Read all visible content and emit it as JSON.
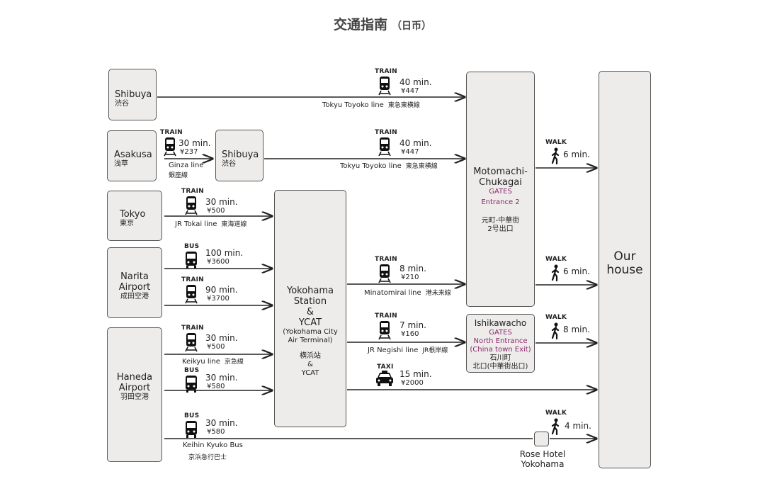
{
  "title": {
    "main": "交通指南",
    "sub": "（日币）"
  },
  "boxes": {
    "shibuya1": {
      "en": "Shibuya",
      "jp": "渋谷"
    },
    "asakusa": {
      "en": "Asakusa",
      "jp": "浅草"
    },
    "shibuya2": {
      "en": "Shibuya",
      "jp": "渋谷"
    },
    "tokyo": {
      "en": "Tokyo",
      "jp": "東京"
    },
    "narita": {
      "en1": "Narita",
      "en2": "Airport",
      "jp": "成田空港"
    },
    "haneda": {
      "en1": "Haneda",
      "en2": "Airport",
      "jp": "羽田空港"
    },
    "yokohama": {
      "l1": "Yokohama",
      "l2": "Station",
      "l3": "&",
      "l4": "YCAT",
      "l5": "(Yokohama City",
      "l6": "Air Terminal)",
      "l7": "横浜站",
      "l8": "&",
      "l9": "YCAT"
    },
    "motomachi": {
      "l1": "Motomachi-",
      "l2": "Chukagai",
      "g1": "GATES",
      "g2": "Entrance 2",
      "j1": "元町-中華街",
      "j2": "2号出口"
    },
    "ishikawacho": {
      "l1": "Ishikawacho",
      "g1": "GATES",
      "g2": "North Entrance",
      "g3": "(China town Exit)",
      "j1": "石川町",
      "j2": "北口(中華街出口)"
    },
    "ourhouse": {
      "l1": "Our",
      "l2": "house"
    },
    "rose": {
      "l1": "Rose Hotel",
      "l2": "Yokohama"
    }
  },
  "routes": [
    {
      "mode": "TRAIN",
      "time": "40 min.",
      "price": "¥447",
      "line": "Tokyu Toyoko line",
      "jp": "東急東横線",
      "icon": "train-icon"
    },
    {
      "mode": "TRAIN",
      "time": "30 min.",
      "price": "¥237",
      "line": "Ginza line",
      "jp": "銀座線",
      "icon": "train-icon"
    },
    {
      "mode": "TRAIN",
      "time": "40 min.",
      "price": "¥447",
      "line": "Tokyu Toyoko line",
      "jp": "東急東横線",
      "icon": "train-icon"
    },
    {
      "mode": "TRAIN",
      "time": "30 min.",
      "price": "¥500",
      "line": "JR Tokai line",
      "jp": "東海道線",
      "icon": "train-icon"
    },
    {
      "mode": "BUS",
      "time": "100 min.",
      "price": "¥3600",
      "icon": "bus-icon"
    },
    {
      "mode": "TRAIN",
      "time": "90 min.",
      "price": "¥3700",
      "icon": "train-icon"
    },
    {
      "mode": "TRAIN",
      "time": "30 min.",
      "price": "¥500",
      "line": "Keikyu line",
      "jp": "京急線",
      "icon": "train-icon"
    },
    {
      "mode": "BUS",
      "time": "30 min.",
      "price": "¥580",
      "icon": "bus-icon"
    },
    {
      "mode": "BUS",
      "time": "30 min.",
      "price": "¥580",
      "line": "Keihin Kyuko Bus",
      "jp": "京浜急行巴士",
      "icon": "bus-icon"
    },
    {
      "mode": "TRAIN",
      "time": "8 min.",
      "price": "¥210",
      "line": "Minatomirai line",
      "jp": "港未来線",
      "icon": "train-icon"
    },
    {
      "mode": "TRAIN",
      "time": "7 min.",
      "price": "¥160",
      "line": "JR Negishi line",
      "jp": "JR根岸線",
      "icon": "train-icon"
    },
    {
      "mode": "TAXI",
      "time": "15 min.",
      "price": "¥2000",
      "icon": "taxi-icon"
    }
  ],
  "walks": [
    {
      "mode": "WALK",
      "time": "6 min."
    },
    {
      "mode": "WALK",
      "time": "6 min."
    },
    {
      "mode": "WALK",
      "time": "8 min."
    },
    {
      "mode": "WALK",
      "time": "4 min."
    }
  ],
  "colors": {
    "box_fill": "#eeeceb",
    "border": "#555555",
    "gates_text": "#8a2a6a",
    "arrow": "#222222"
  }
}
